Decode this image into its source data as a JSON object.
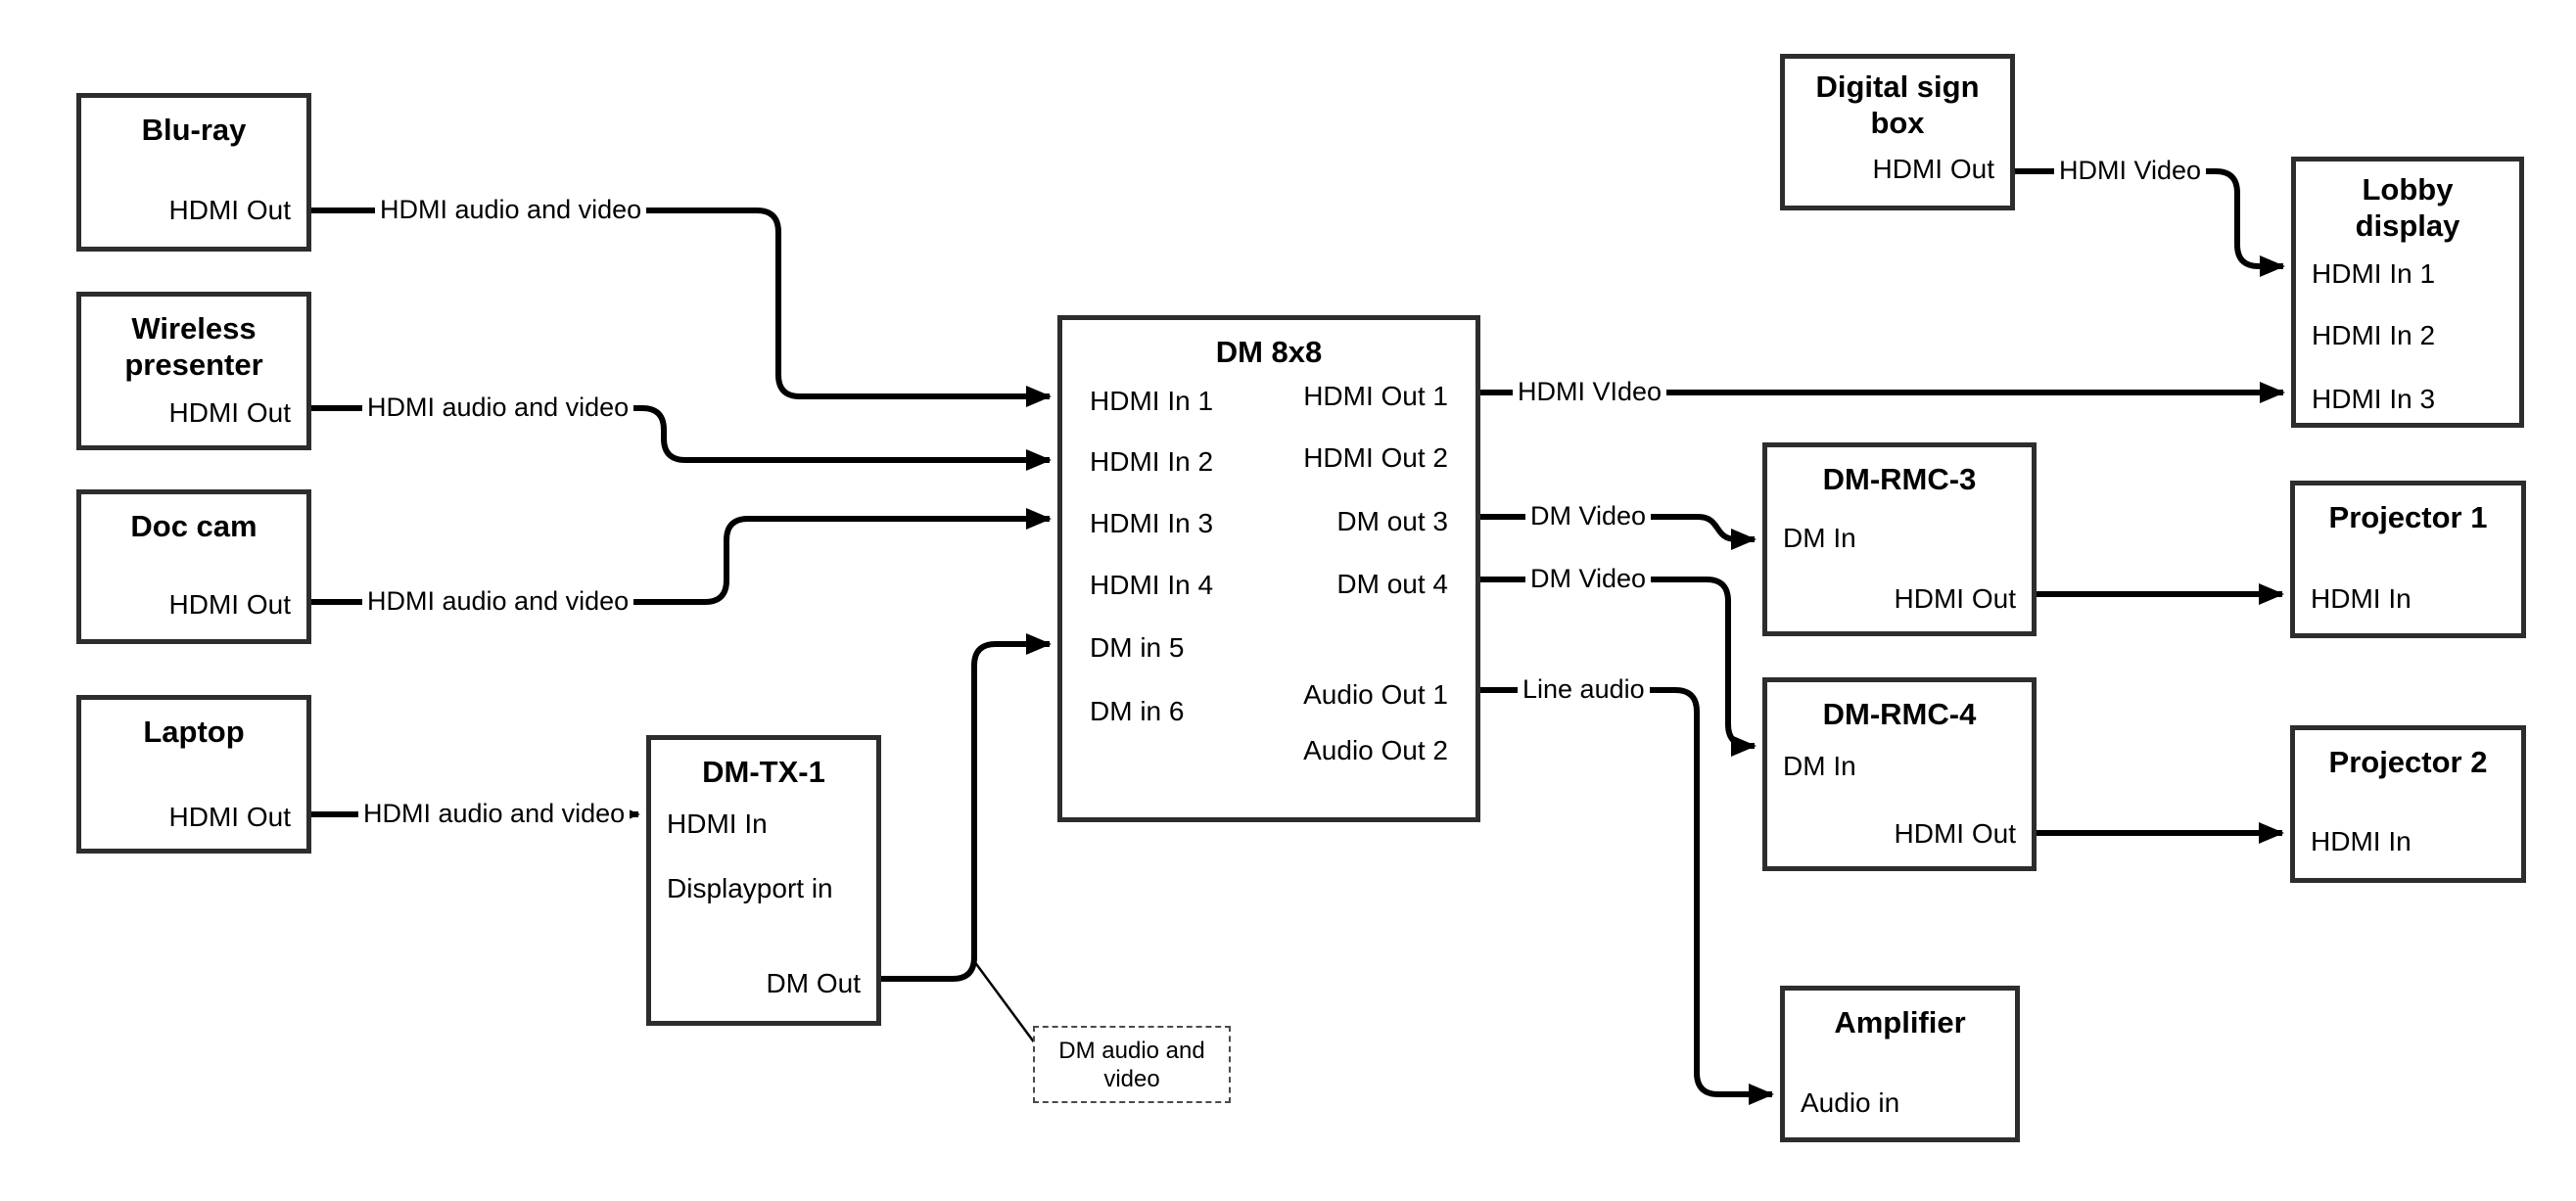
{
  "colors": {
    "background": "#ffffff",
    "box_border": "#2d2d2d",
    "wire": "#000000",
    "text": "#000000"
  },
  "nodes": {
    "bluray": {
      "title": "Blu-ray",
      "port_out": "HDMI Out"
    },
    "wireless": {
      "title": "Wireless presenter",
      "port_out": "HDMI Out"
    },
    "doccam": {
      "title": "Doc cam",
      "port_out": "HDMI Out"
    },
    "laptop": {
      "title": "Laptop",
      "port_out": "HDMI Out"
    },
    "dmtx1": {
      "title": "DM-TX-1",
      "port_hdmi_in": "HDMI In",
      "port_dp_in": "Displayport in",
      "port_dm_out": "DM Out"
    },
    "dm8x8": {
      "title": "DM 8x8",
      "inputs": [
        "HDMI In 1",
        "HDMI In 2",
        "HDMI In 3",
        "HDMI In 4",
        "DM in 5",
        "DM in 6"
      ],
      "outputs": [
        "HDMI Out 1",
        "HDMI Out 2",
        "DM out 3",
        "DM out 4",
        "Audio Out 1",
        "Audio Out 2"
      ]
    },
    "signbox": {
      "title": "Digital sign box",
      "port_out": "HDMI Out"
    },
    "lobby": {
      "title": "Lobby display",
      "inputs": [
        "HDMI In 1",
        "HDMI In 2",
        "HDMI In 3"
      ]
    },
    "rmc3": {
      "title": "DM-RMC-3",
      "port_in": "DM In",
      "port_out": "HDMI Out"
    },
    "proj1": {
      "title": "Projector 1",
      "port_in": "HDMI In"
    },
    "rmc4": {
      "title": "DM-RMC-4",
      "port_in": "DM In",
      "port_out": "HDMI Out"
    },
    "proj2": {
      "title": "Projector 2",
      "port_in": "HDMI In"
    },
    "amp": {
      "title": "Amplifier",
      "port_in": "Audio in"
    },
    "note": {
      "text": "DM audio and video"
    }
  },
  "edge_labels": {
    "bluray_to_dm8x8": "HDMI audio and video",
    "wireless_to_dm8x8": "HDMI audio and video",
    "doccam_to_dm8x8": "HDMI audio and video",
    "laptop_to_dmtx1": "HDMI audio and video",
    "dm8x8_out1_to_lobby": "HDMI VIdeo",
    "dm8x8_out3_to_rmc3": "DM Video",
    "dm8x8_out4_to_rmc4": "DM Video",
    "dm8x8_audio1_to_amp": "Line audio",
    "signbox_to_lobby": "HDMI Video"
  }
}
